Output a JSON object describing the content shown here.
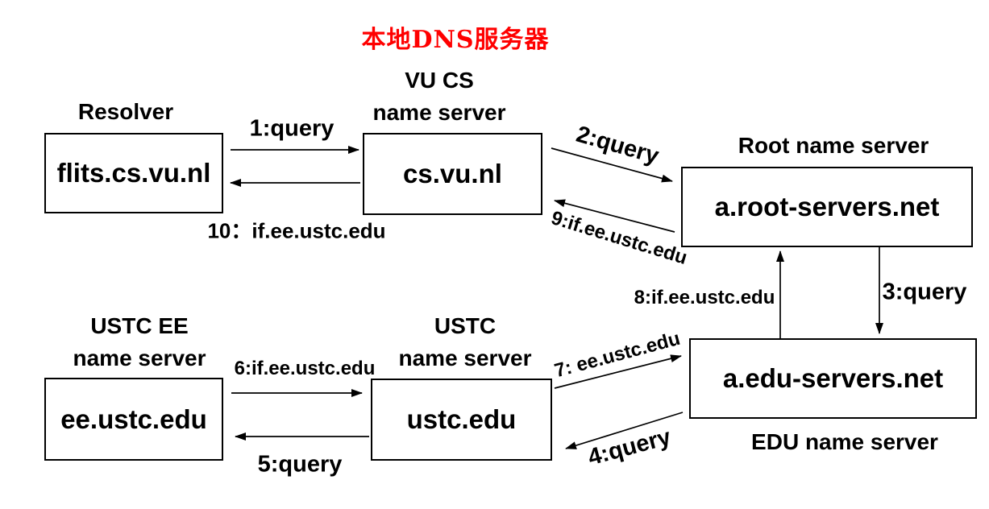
{
  "title": "本地DNS服务器",
  "colors": {
    "title": "#ff0000",
    "text": "#000000",
    "line": "#000000",
    "background": "#ffffff"
  },
  "nodes": {
    "resolver": {
      "caption": "Resolver",
      "hostname": "flits.cs.vu.nl"
    },
    "vu_cs": {
      "caption_line1": "VU CS",
      "caption_line2": "name server",
      "hostname": "cs.vu.nl"
    },
    "root": {
      "caption": "Root name server",
      "hostname": "a.root-servers.net"
    },
    "edu": {
      "caption": "EDU name server",
      "hostname": "a.edu-servers.net"
    },
    "ustc_ee": {
      "caption_line1": "USTC EE",
      "caption_line2": "name server",
      "hostname": "ee.ustc.edu"
    },
    "ustc": {
      "caption_line1": "USTC",
      "caption_line2": "name server",
      "hostname": "ustc.edu"
    }
  },
  "edges": {
    "e1": {
      "label": "1:query",
      "from": "flits.cs.vu.nl",
      "to": "cs.vu.nl"
    },
    "e2": {
      "label": "2:query",
      "from": "cs.vu.nl",
      "to": "a.root-servers.net"
    },
    "e3": {
      "label": "3:query",
      "from": "a.root-servers.net",
      "to": "a.edu-servers.net"
    },
    "e4": {
      "label": "4:query",
      "from": "a.edu-servers.net",
      "to": "ustc.edu"
    },
    "e5": {
      "label": "5:query",
      "from": "ustc.edu",
      "to": "ee.ustc.edu"
    },
    "e6": {
      "label": "6:if.ee.ustc.edu",
      "from": "ee.ustc.edu",
      "to": "ustc.edu"
    },
    "e7": {
      "label": "7: ee.ustc.edu",
      "from": "ustc.edu",
      "to": "a.edu-servers.net"
    },
    "e8": {
      "label": "8:if.ee.ustc.edu",
      "from": "a.edu-servers.net",
      "to": "a.root-servers.net"
    },
    "e9": {
      "label": "9:if.ee.ustc.edu",
      "from": "a.root-servers.net",
      "to": "cs.vu.nl"
    },
    "e10": {
      "label": "10：if.ee.ustc.edu",
      "from": "cs.vu.nl",
      "to": "flits.cs.vu.nl"
    }
  }
}
